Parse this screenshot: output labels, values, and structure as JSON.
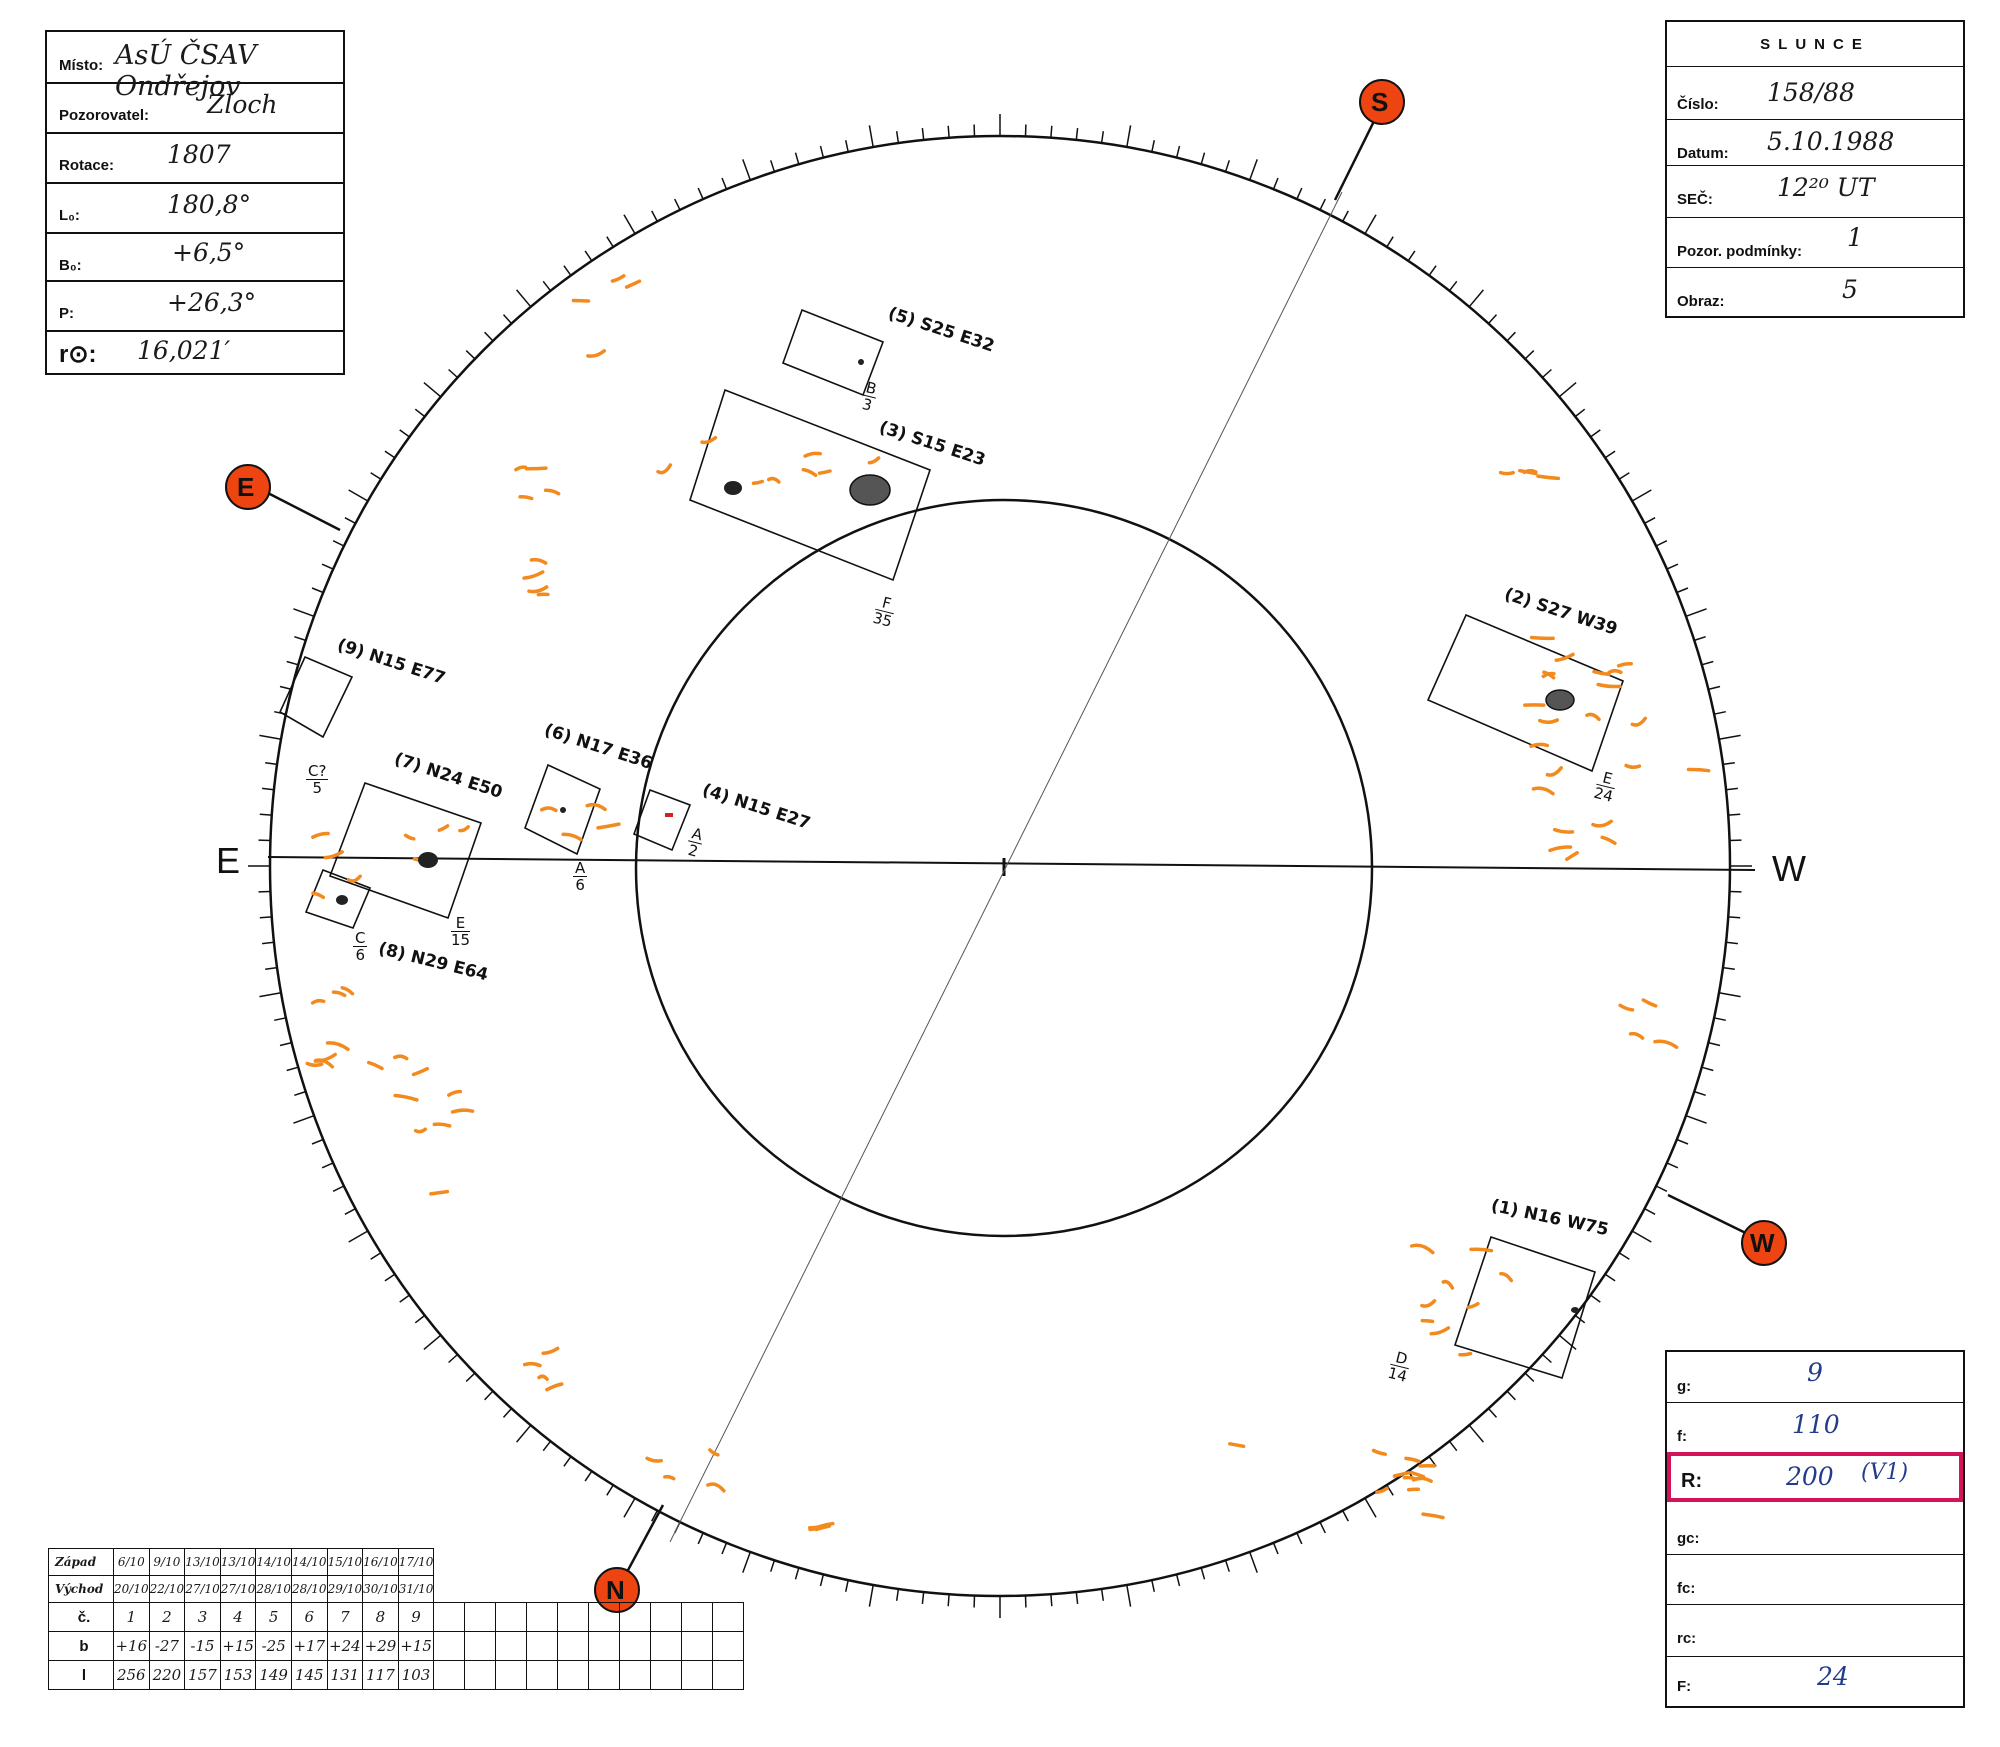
{
  "header": {
    "misto_label": "Místo:",
    "misto_value": "AsÚ ČSAV Ondřejov",
    "pozorovatel_label": "Pozorovatel:",
    "pozorovatel_value": "Zloch",
    "rotace_label": "Rotace:",
    "rotace_value": "1807",
    "l0_label": "L₀:",
    "l0_value": "180,8°",
    "b0_label": "B₀:",
    "b0_value": "+6,5°",
    "p_label": "P:",
    "p_value": "+26,3°",
    "r0_label": "r⊙:",
    "r0_value": "16,021′"
  },
  "sun_box": {
    "title": "SLUNCE",
    "cislo_label": "Číslo:",
    "cislo_value": "158/88",
    "datum_label": "Datum:",
    "datum_value": "5.10.1988",
    "sec_label": "SEČ:",
    "sec_value": "12²⁰ UT",
    "pozor_label": "Pozor. podmínky:",
    "pozor_value": "1",
    "obraz_label": "Obraz:",
    "obraz_value": "5"
  },
  "stats_box": {
    "g_label": "g:",
    "g_value": "9",
    "f_label": "f:",
    "f_value": "110",
    "r_label": "R:",
    "r_value": "200",
    "r_note": "(V1)",
    "gc_label": "gc:",
    "fc_label": "fc:",
    "rc_label": "rc:",
    "F_label": "F:",
    "F_value": "24",
    "highlight_color": "#d4145a"
  },
  "directions": {
    "east": "E",
    "west": "W",
    "marker_s": "S",
    "marker_e": "E",
    "marker_w": "W",
    "marker_n": "N",
    "marker_color": "#ee4411"
  },
  "regions": [
    {
      "num": "1",
      "label": "N16 W75",
      "frac_top": "D",
      "frac_bottom": "14"
    },
    {
      "num": "2",
      "label": "S27 W39",
      "frac_top": "E",
      "frac_bottom": "24"
    },
    {
      "num": "3",
      "label": "S15 E23",
      "frac_top": "F",
      "frac_bottom": "35"
    },
    {
      "num": "4",
      "label": "N15 E27",
      "frac_top": "A",
      "frac_bottom": "2"
    },
    {
      "num": "5",
      "label": "S25 E32",
      "frac_top": "B",
      "frac_bottom": "3"
    },
    {
      "num": "6",
      "label": "N17 E36",
      "frac_top": "A",
      "frac_bottom": "6"
    },
    {
      "num": "7",
      "label": "N24 E50",
      "frac_top": "E",
      "frac_bottom": "15"
    },
    {
      "num": "8",
      "label": "N29 E64",
      "frac_top": "C",
      "frac_bottom": "6"
    },
    {
      "num": "9",
      "label": "N15 E77",
      "frac_top": "C?",
      "frac_bottom": "5"
    }
  ],
  "group_table": {
    "zapad_label": "Západ",
    "vychod_label": "Východ",
    "cislo_label": "č.",
    "b_label": "b",
    "l_label": "l",
    "zapad": [
      "6/10",
      "9/10",
      "13/10",
      "13/10",
      "14/10",
      "14/10",
      "15/10",
      "16/10",
      "17/10"
    ],
    "vychod": [
      "20/10",
      "22/10",
      "27/10",
      "27/10",
      "28/10",
      "28/10",
      "29/10",
      "30/10",
      "31/10"
    ],
    "cisla": [
      "1",
      "2",
      "3",
      "4",
      "5",
      "6",
      "7",
      "8",
      "9"
    ],
    "b": [
      "+16",
      "-27",
      "-15",
      "+15",
      "-25",
      "+17",
      "+24",
      "+29",
      "+15"
    ],
    "l": [
      "256",
      "220",
      "157",
      "153",
      "149",
      "145",
      "131",
      "117",
      "103"
    ]
  },
  "colors": {
    "faculae": "#f28a1e",
    "ink": "#111111"
  }
}
